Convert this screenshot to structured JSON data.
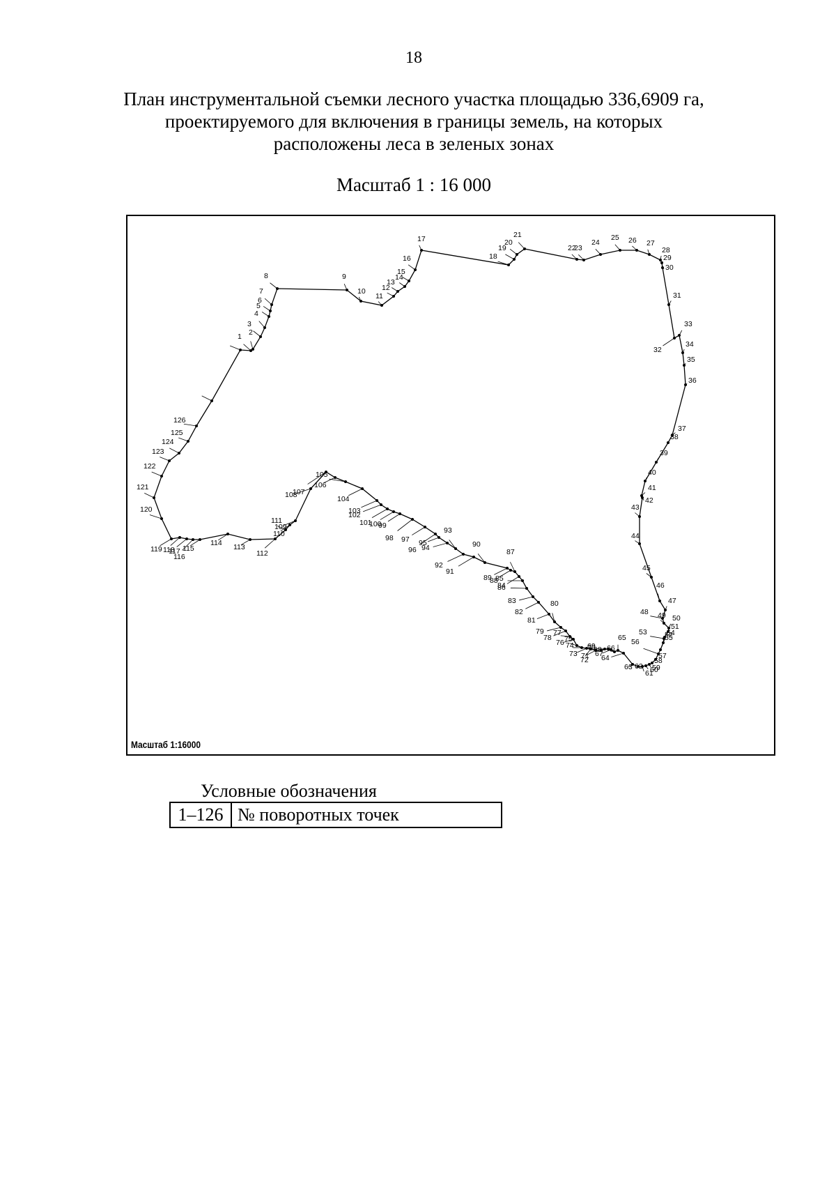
{
  "page_number": "18",
  "title_lines": [
    "План инструментальной съемки лесного участка площадью 336,6909 га,",
    "проектируемого для включения в границы земель, на которых",
    "расположены леса в зеленых зонах"
  ],
  "scale_heading": "Масштаб 1 : 16 000",
  "map": {
    "scale_label": "Масштаб 1:16000",
    "point_labels": [
      "1",
      "2",
      "3",
      "4",
      "5",
      "6",
      "7",
      "8",
      "9",
      "10",
      "11",
      "12",
      "13",
      "14",
      "15",
      "16",
      "17",
      "18",
      "19",
      "20",
      "21",
      "22",
      "23",
      "24",
      "25",
      "26",
      "27",
      "28",
      "29",
      "30",
      "31",
      "32",
      "33",
      "34",
      "35",
      "36",
      "37",
      "38",
      "39",
      "40",
      "41",
      "42",
      "43",
      "44",
      "45",
      "46",
      "47",
      "48",
      "49",
      "50",
      "51",
      "52",
      "53",
      "54",
      "55",
      "56",
      "57",
      "58",
      "59",
      "60",
      "61",
      "62",
      "63",
      "64",
      "65",
      "66",
      "67",
      "68",
      "69",
      "70",
      "71",
      "72",
      "73",
      "74",
      "75",
      "76",
      "77",
      "78",
      "79",
      "80",
      "81",
      "82",
      "83",
      "84",
      "85",
      "86",
      "87",
      "88",
      "89",
      "90",
      "91",
      "92",
      "93",
      "94",
      "95",
      "96",
      "97",
      "98",
      "99",
      "100",
      "101",
      "102",
      "103",
      "104",
      "105",
      "106",
      "107",
      "108",
      "109",
      "110",
      "111",
      "112",
      "113",
      "114",
      "115",
      "116",
      "117",
      "118",
      "119",
      "120",
      "121",
      "122",
      "123",
      "124",
      "125",
      "126"
    ]
  },
  "legend": {
    "title": "Условные обозначения",
    "range": "1–126",
    "description": "№ поворотных точек"
  }
}
